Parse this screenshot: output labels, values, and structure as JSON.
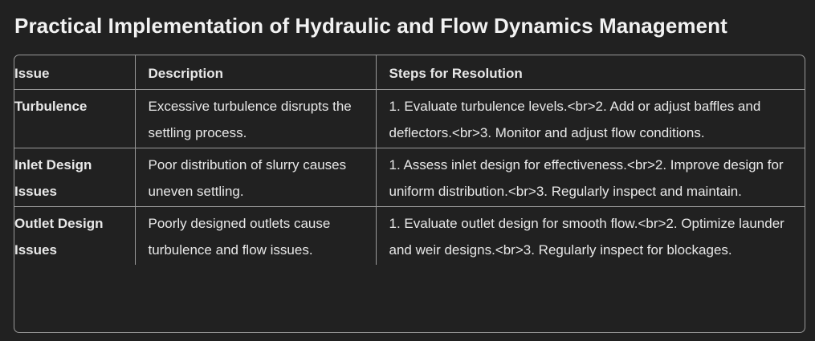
{
  "title": "Practical Implementation of Hydraulic and Flow Dynamics Management",
  "table": {
    "headers": [
      "Issue",
      "Description",
      "Steps for Resolution"
    ],
    "rows": [
      {
        "issue": "Turbulence",
        "description": "Excessive turbulence disrupts the settling process.",
        "steps": "1. Evaluate turbulence levels.<br>2. Add or adjust baffles and deflectors.<br>3. Monitor and adjust flow conditions."
      },
      {
        "issue": "Inlet Design Issues",
        "description": "Poor distribution of slurry causes uneven settling.",
        "steps": "1. Assess inlet design for effectiveness.<br>2. Improve design for uniform distribution.<br>3. Regularly inspect and maintain."
      },
      {
        "issue": "Outlet Design Issues",
        "description": "Poorly designed outlets cause turbulence and flow issues.",
        "steps": "1. Evaluate outlet design for smooth flow.<br>2. Optimize launder and weir designs.<br>3. Regularly inspect for blockages."
      }
    ]
  }
}
